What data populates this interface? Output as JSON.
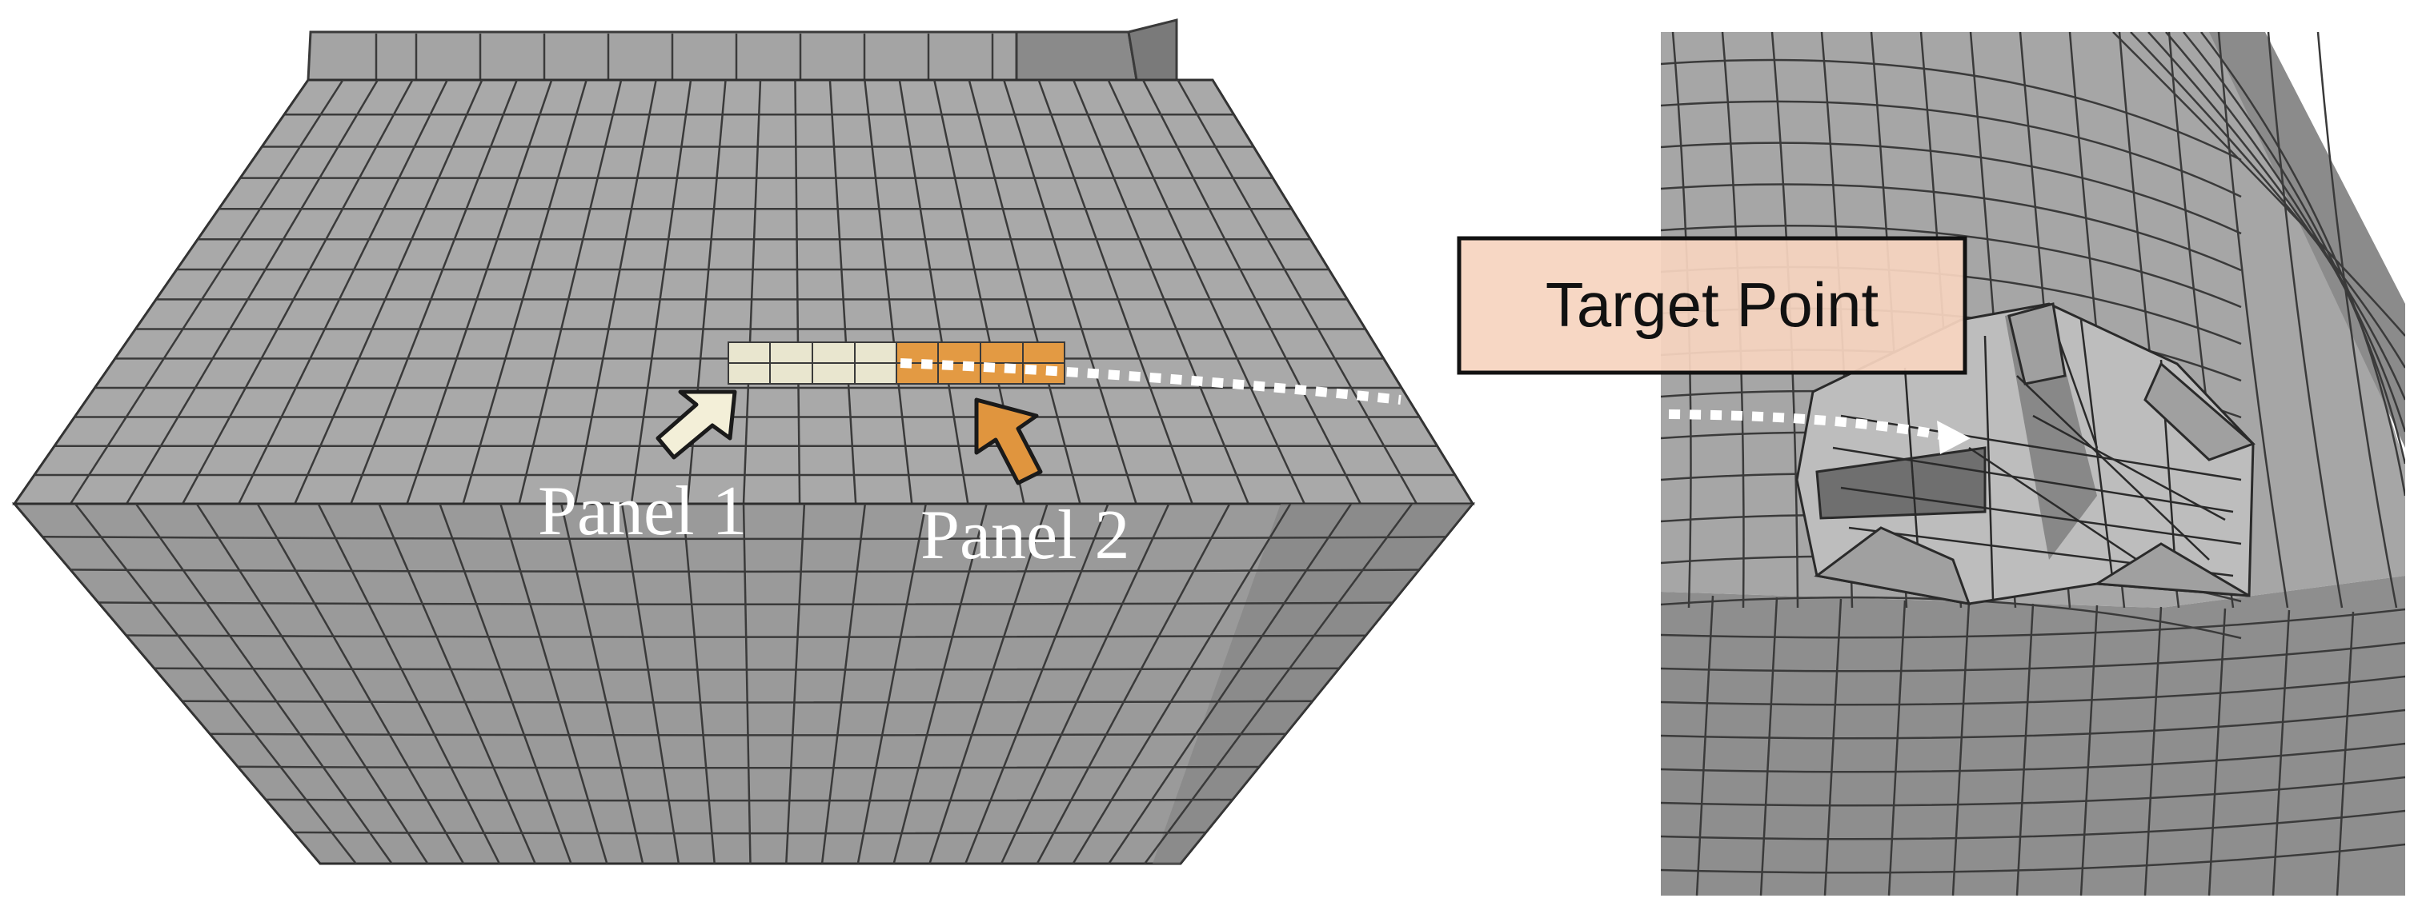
{
  "labels": {
    "panel_1": "Panel 1",
    "panel_2": "Panel 2",
    "target_point": "Target Point"
  },
  "colors": {
    "mesh_fill": "#9e9e9e",
    "mesh_top": "#ababab",
    "mesh_side_dark": "#7f7f7f",
    "mesh_line": "#3a3a3a",
    "panel_1_fill": "#e9e6cf",
    "panel_2_fill": "#e39a43",
    "target_box_fill": "#f6d4bf",
    "arrow_dots": "#ffffff"
  },
  "icons": {
    "panel_1_marker": "arrow-up-right-icon",
    "panel_2_marker": "arrow-up-left-icon"
  }
}
